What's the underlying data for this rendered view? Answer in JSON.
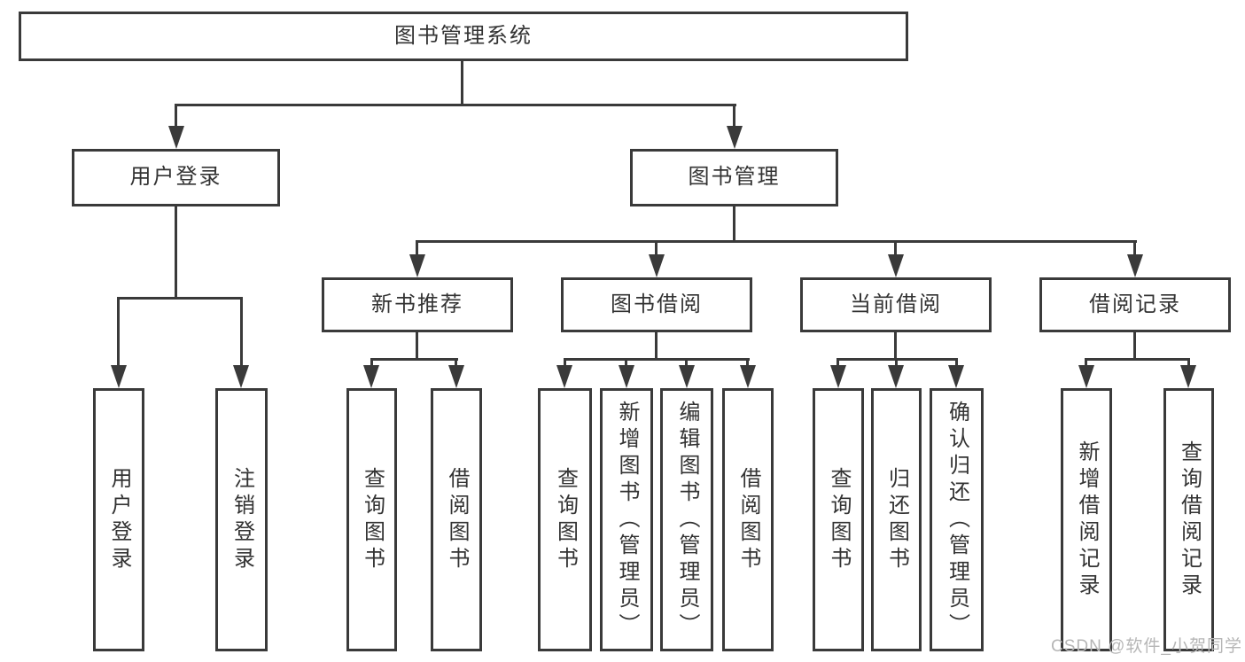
{
  "diagram": {
    "root": {
      "label": "图书管理系统"
    },
    "branches": [
      {
        "label": "用户登录",
        "children": [
          {
            "label": "用户登录"
          },
          {
            "label": "注销登录"
          }
        ]
      },
      {
        "label": "图书管理",
        "children": [
          {
            "label": "新书推荐",
            "children": [
              {
                "label": "查询图书"
              },
              {
                "label": "借阅图书"
              }
            ]
          },
          {
            "label": "图书借阅",
            "children": [
              {
                "label": "查询图书"
              },
              {
                "label": "新增图书（管理员）"
              },
              {
                "label": "编辑图书（管理员）"
              },
              {
                "label": "借阅图书"
              }
            ]
          },
          {
            "label": "当前借阅",
            "children": [
              {
                "label": "查询图书"
              },
              {
                "label": "归还图书"
              },
              {
                "label": "确认归还（管理员）"
              }
            ]
          },
          {
            "label": "借阅记录",
            "children": [
              {
                "label": "新增借阅记录"
              },
              {
                "label": "查询借阅记录"
              }
            ]
          }
        ]
      }
    ]
  },
  "watermark": {
    "text": "CSDN @软件_小贺同学",
    "color": "#b6b6b6"
  },
  "colors": {
    "line": "#3a3a3a",
    "text": "#333333",
    "background": "#ffffff"
  }
}
